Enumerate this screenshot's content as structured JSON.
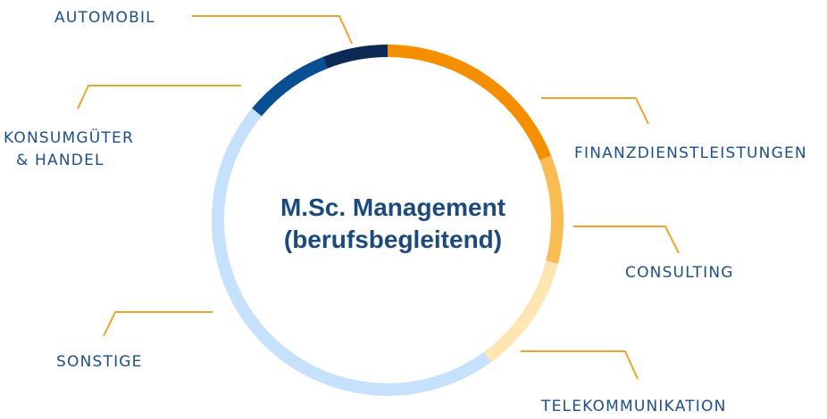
{
  "chart_data": {
    "type": "pie",
    "variant": "donut",
    "title_lines": [
      "M.Sc. Management",
      "(berufsbegleitend)"
    ],
    "slices": [
      {
        "label": "FINANZDIENSTLEISTUNGEN",
        "value": 19,
        "color": "#f68f00"
      },
      {
        "label": "CONSULTING",
        "value": 10,
        "color": "#f9bc53"
      },
      {
        "label": "TELEKOMMUNIKATION",
        "value": 11,
        "color": "#fde6b2"
      },
      {
        "label": "SONSTIGE",
        "value": 46,
        "color": "#c6e1fb"
      },
      {
        "label": "KONSUMGÜTER & HANDEL",
        "value": 8,
        "color": "#0a4f94"
      },
      {
        "label": "AUTOMOBIL",
        "value": 6,
        "color": "#0b2a55"
      }
    ]
  },
  "labels": {
    "automobil": "AUTOMOBIL",
    "konsumgueter_line1": "KONSUMGÜTER",
    "konsumgueter_line2": "& HANDEL",
    "finanz": "FINANZDIENSTLEISTUNGEN",
    "consulting": "CONSULTING",
    "telekom": "TELEKOMMUNIKATION",
    "sonstige": "SONSTIGE"
  }
}
